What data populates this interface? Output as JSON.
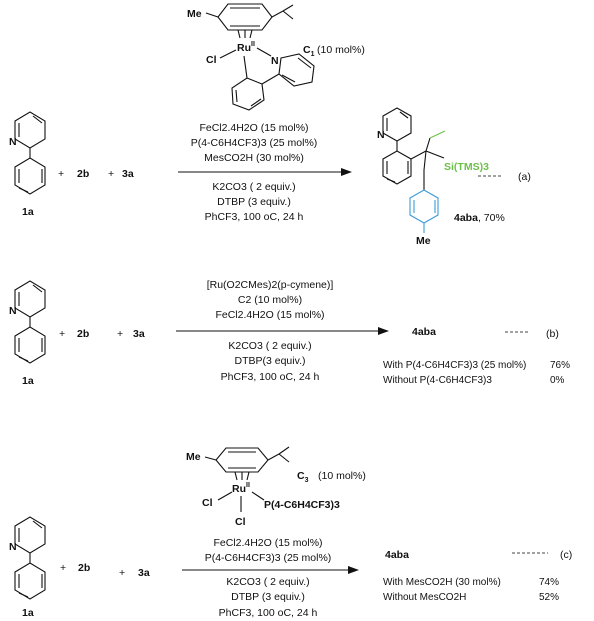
{
  "common": {
    "substrate_label": "1a",
    "plus": "+",
    "reagent_b": "2b",
    "reagent_a": "3a",
    "N": "N",
    "Me": "Me",
    "Ru": "Ru",
    "Ru_ox": "II",
    "Cl": "Cl"
  },
  "reaction_a": {
    "catalyst_label": "C",
    "catalyst_sub": "1",
    "catalyst_loading": " (10 mol%)",
    "conditions_above": [
      "FeCl2.4H2O (15 mol%)",
      "P(4-C6H4CF3)3 (25 mol%)",
      "MesCO2H (30 mol%)"
    ],
    "conditions_below": [
      "K2CO3 ( 2 equiv.)",
      "DTBP (3 equiv.)",
      "PhCF3, 100 oC, 24 h"
    ],
    "product_group": "Si(TMS)3",
    "product_label": "4aba",
    "product_yield": ", 70%",
    "tag": "(a)"
  },
  "reaction_b": {
    "catalyst_line1": "[Ru(O2CMes)2(p-cymene)]",
    "catalyst_line2": "C2 (10 mol%)",
    "conditions_above": [
      "FeCl2.4H2O (15 mol%)"
    ],
    "conditions_below": [
      "K2CO3 ( 2 equiv.)",
      "DTBP(3 equiv.)",
      "PhCF3, 100 oC, 24 h"
    ],
    "product_label": "4aba",
    "results": [
      {
        "condition": "With P(4-C6H4CF3)3 (25 mol%)",
        "yield": "76%"
      },
      {
        "condition": "Without P(4-C6H4CF3)3",
        "yield": "0%"
      }
    ],
    "tag": "(b)"
  },
  "reaction_c": {
    "catalyst_label": "C",
    "catalyst_sub": "3",
    "catalyst_loading": "(10 mol%)",
    "ligand": "P(4-C6H4CF3)3",
    "conditions_above": [
      "FeCl2.4H2O (15 mol%)",
      "P(4-C6H4CF3)3 (25 mol%)"
    ],
    "conditions_below": [
      "K2CO3 ( 2 equiv.)",
      "DTBP (3 equiv.)",
      "PhCF3, 100 oC, 24 h"
    ],
    "product_label": "4aba",
    "results": [
      {
        "condition": "With MesCO2H (30 mol%)",
        "yield": "74%"
      },
      {
        "condition": "Without MesCO2H",
        "yield": "52%"
      }
    ],
    "tag": "(c)"
  },
  "colors": {
    "silyl_green": "#6cc04a",
    "tolyl_blue": "#3a9ad9",
    "ink": "#111111"
  }
}
